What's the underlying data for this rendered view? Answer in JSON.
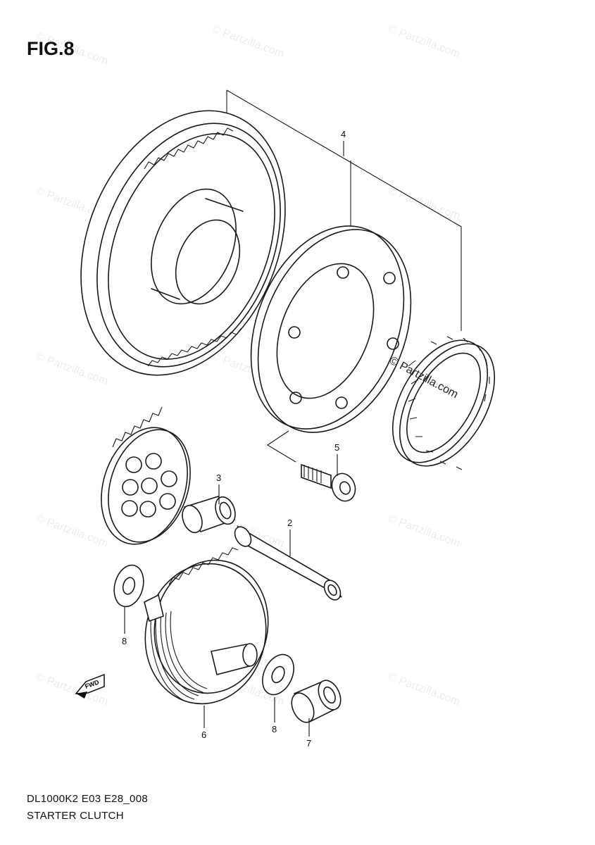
{
  "figure_label": "FIG.8",
  "footer": {
    "code": "DL1000K2 E03 E28_008",
    "name": "STARTER CLUTCH"
  },
  "watermark": "© Partzilla.com",
  "fwd_label": "FWD",
  "callouts": {
    "c1": "4",
    "c2": "5",
    "c3": "3",
    "c4": "2",
    "c5": "8",
    "c6": "6",
    "c7": "8",
    "c8": "7"
  }
}
